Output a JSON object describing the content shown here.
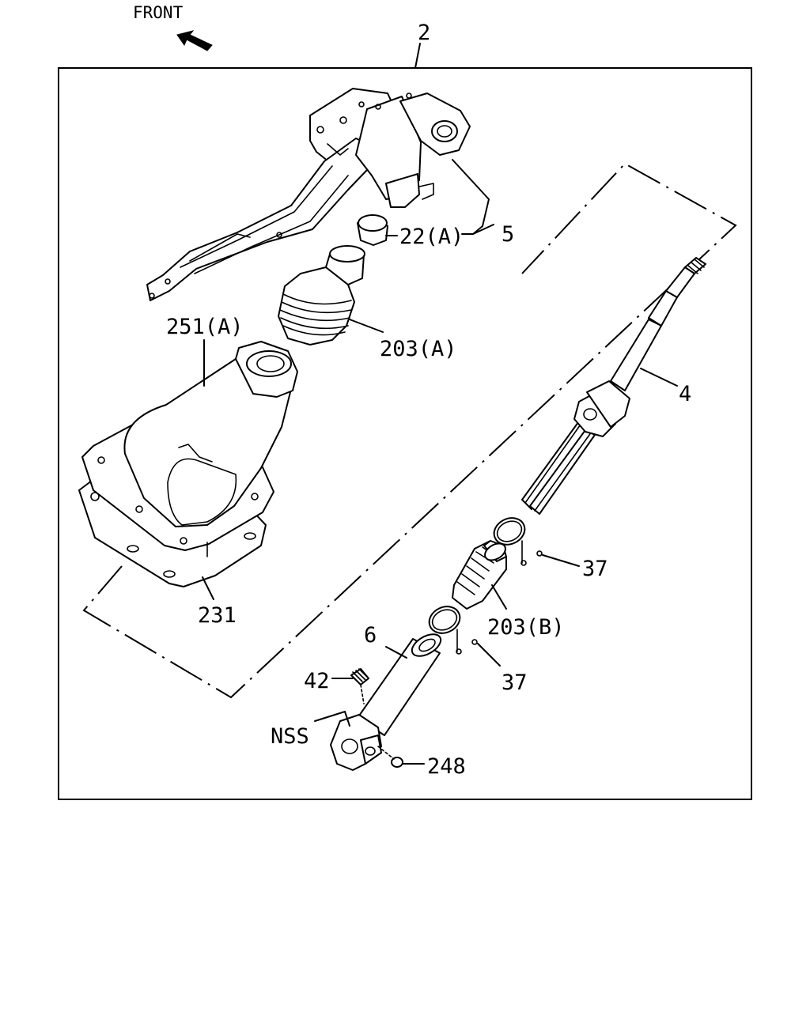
{
  "orientation": {
    "front_label": "FRONT",
    "arrow_icon": "front-direction-arrow-icon"
  },
  "callouts": {
    "assembly": "2",
    "bracket": "5",
    "bushing": "22(A)",
    "boot_upper": "203(A)",
    "boot_cover": "251(A)",
    "plate": "231",
    "shaft": "4",
    "clamp_upper": "37",
    "boot_lower": "203(B)",
    "clamp_lower": "37",
    "tube": "6",
    "grease_nipple": "42",
    "not_serviced": "NSS",
    "bolt": "248"
  }
}
